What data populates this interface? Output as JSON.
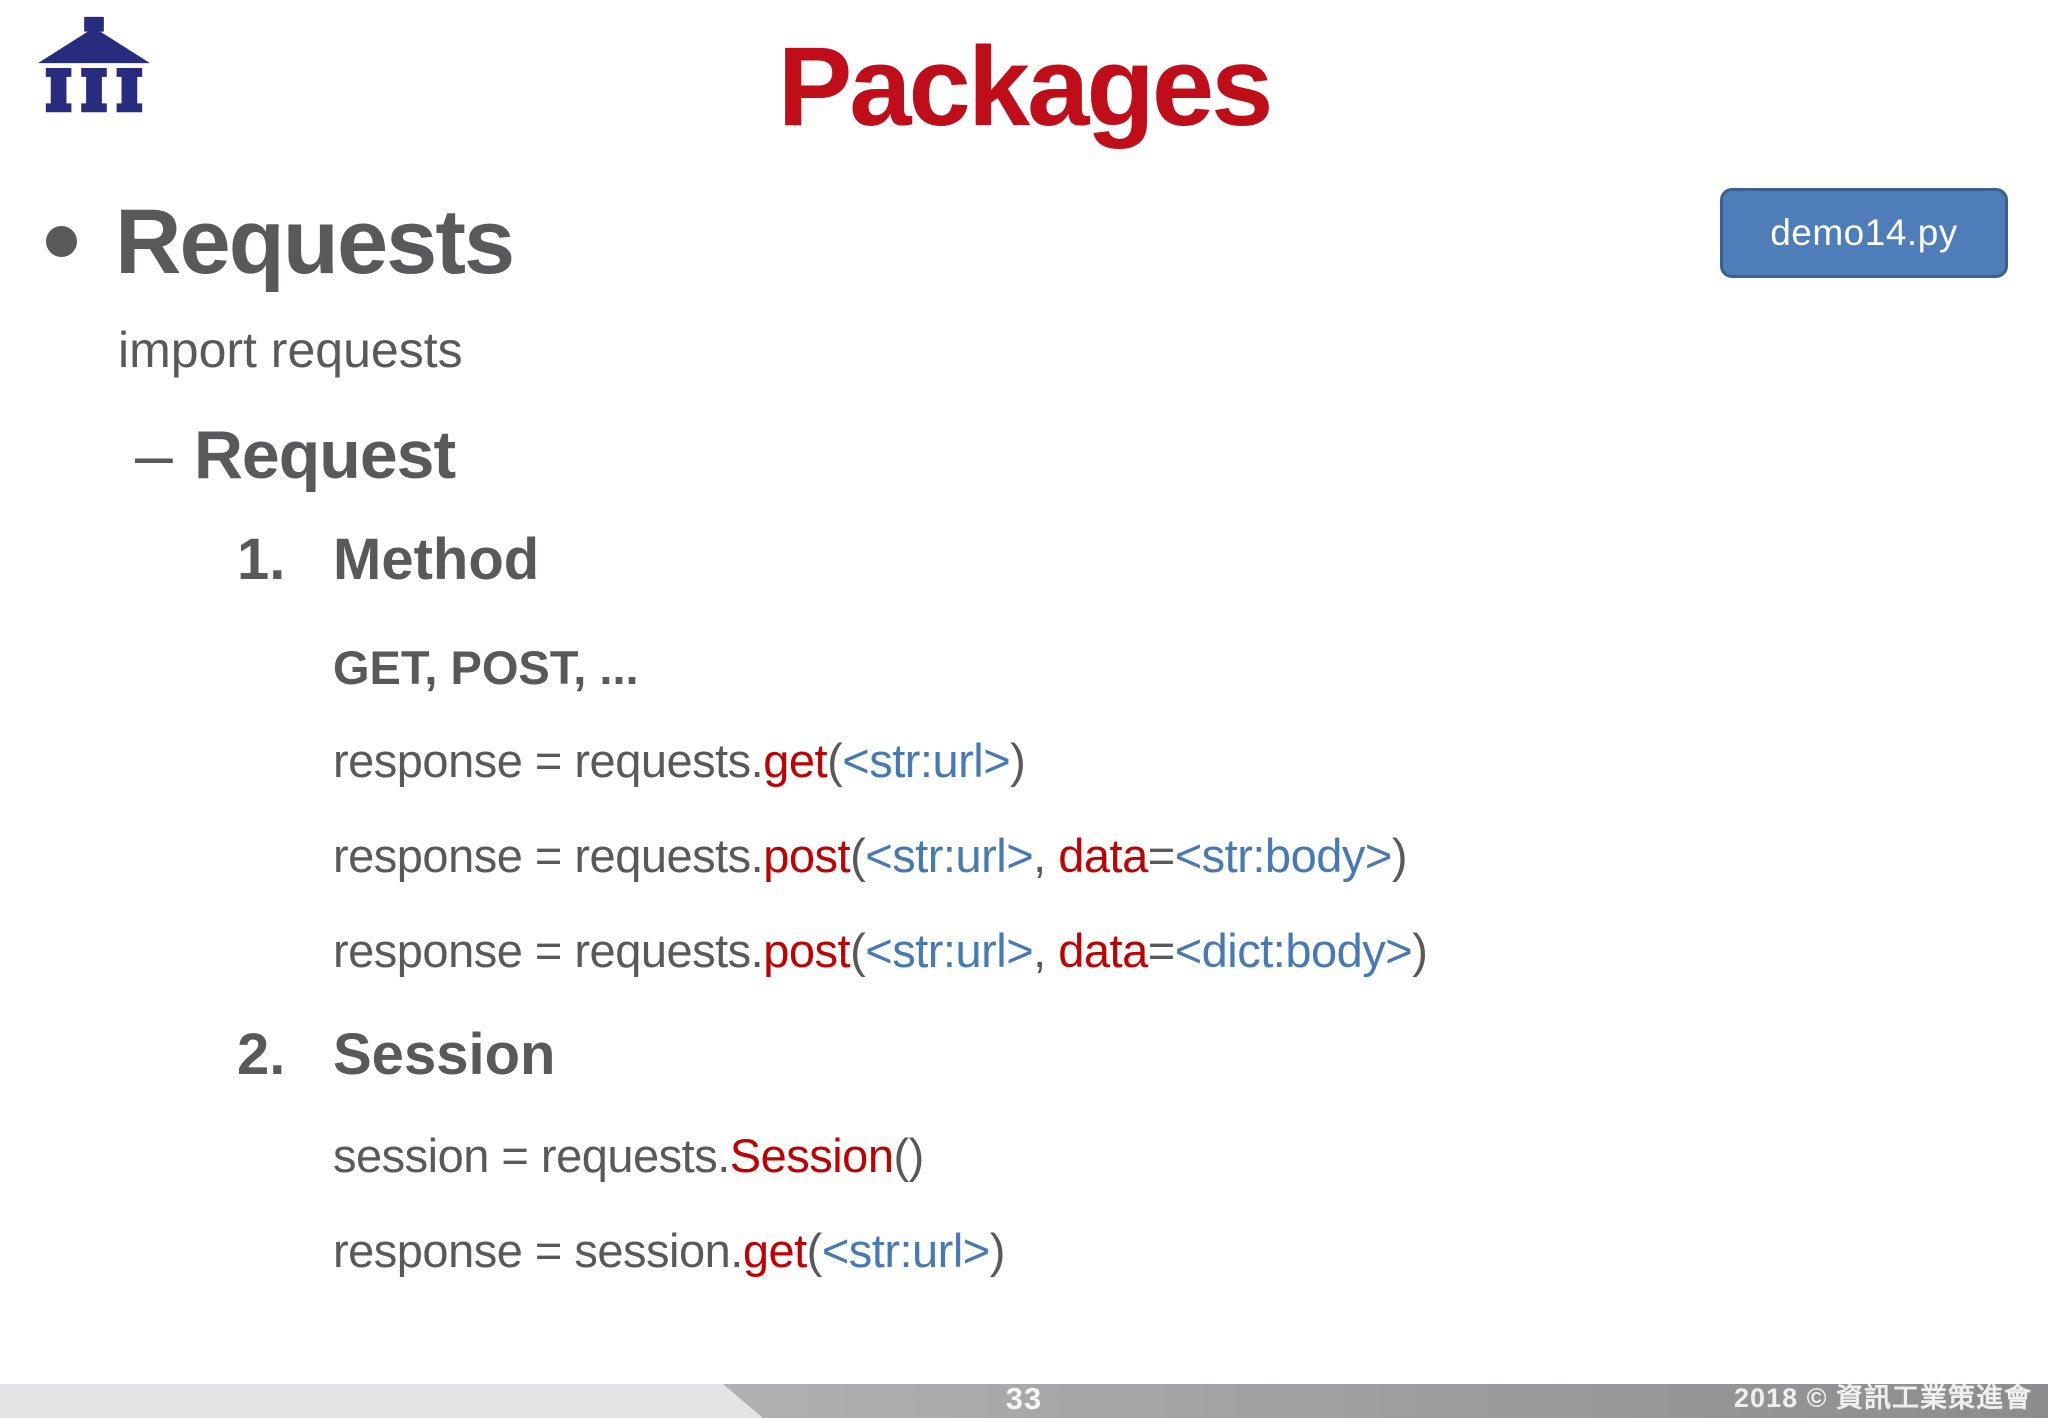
{
  "slide": {
    "title": "Packages",
    "demo_button": "demo14.py",
    "page_number": "33",
    "copyright": "2018 © 資訊工業策進會"
  },
  "content": {
    "requests": {
      "label": "Requests",
      "import_line": "import requests"
    },
    "request": {
      "dash": "–",
      "label": "Request"
    },
    "method": {
      "number": "1.",
      "label": "Method",
      "subtitle": "GET, POST, ...",
      "code": [
        [
          [
            "response = requests.",
            "gray"
          ],
          [
            "get",
            "red"
          ],
          [
            "(",
            "gray"
          ],
          [
            "<str:url>",
            "blue"
          ],
          [
            ")",
            "gray"
          ]
        ],
        [
          [
            "response = requests.",
            "gray"
          ],
          [
            "post",
            "red"
          ],
          [
            "(",
            "gray"
          ],
          [
            "<str:url>",
            "blue"
          ],
          [
            ", ",
            "gray"
          ],
          [
            "data",
            "red"
          ],
          [
            "=",
            "gray"
          ],
          [
            "<str:body>",
            "blue"
          ],
          [
            ")",
            "gray"
          ]
        ],
        [
          [
            "response = requests.",
            "gray"
          ],
          [
            "post",
            "red"
          ],
          [
            "(",
            "gray"
          ],
          [
            "<str:url>",
            "blue"
          ],
          [
            ", ",
            "gray"
          ],
          [
            "data",
            "red"
          ],
          [
            "=",
            "gray"
          ],
          [
            "<dict:body>",
            "blue"
          ],
          [
            ")",
            "gray"
          ]
        ]
      ]
    },
    "session": {
      "number": "2.",
      "label": "Session",
      "code": [
        [
          [
            "session = requests.",
            "gray"
          ],
          [
            "Session",
            "red"
          ],
          [
            "()",
            "gray"
          ]
        ],
        [
          [
            "response = session.",
            "gray"
          ],
          [
            "get",
            "red"
          ],
          [
            "(",
            "gray"
          ],
          [
            "<str:url>",
            "blue"
          ],
          [
            ")",
            "gray"
          ]
        ]
      ]
    }
  },
  "colors": {
    "title_red": "#C00D1A",
    "code_red": "#C00000",
    "code_blue": "#4779B5",
    "text_gray": "#58595B",
    "button_blue": "#4E7DB9",
    "button_border": "#3A6191",
    "logo_navy": "#282C7E",
    "footer_light": "#E4E4E6",
    "footer_dark": "#8C8B8E"
  }
}
